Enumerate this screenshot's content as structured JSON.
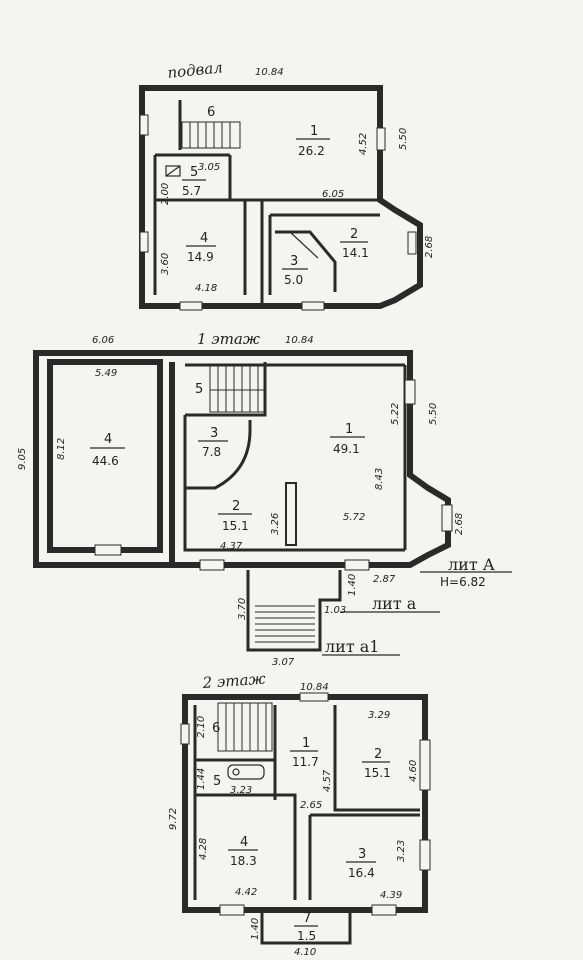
{
  "floors": {
    "basement": {
      "title": "подвал",
      "rooms": [
        {
          "num": "1",
          "area": "26.2"
        },
        {
          "num": "2",
          "area": "14.1"
        },
        {
          "num": "3",
          "area": "5.0"
        },
        {
          "num": "4",
          "area": "14.9"
        },
        {
          "num": "5",
          "area": "5.7"
        },
        {
          "num": "6",
          "area": ""
        }
      ],
      "dims": [
        "10.84",
        "4.52",
        "5.50",
        "3.05",
        "2.00",
        "6.05",
        "2.68",
        "3.60",
        "4.18"
      ]
    },
    "first": {
      "title": "1 этаж",
      "rooms": [
        {
          "num": "1",
          "area": "49.1"
        },
        {
          "num": "2",
          "area": "15.1"
        },
        {
          "num": "3",
          "area": "7.8"
        },
        {
          "num": "4",
          "area": "44.6"
        },
        {
          "num": "5",
          "area": ""
        }
      ],
      "dims": [
        "6.06",
        "10.84",
        "5.49",
        "9.05",
        "8.12",
        "5.22",
        "5.50",
        "8.43",
        "3.26",
        "5.72",
        "2.68",
        "4.37",
        "1.40",
        "2.87",
        "3.70",
        "1.03",
        "3.07"
      ]
    },
    "second": {
      "title": "2 этаж",
      "rooms": [
        {
          "num": "1",
          "area": "11.7"
        },
        {
          "num": "2",
          "area": "15.1"
        },
        {
          "num": "3",
          "area": "16.4"
        },
        {
          "num": "4",
          "area": "18.3"
        },
        {
          "num": "5",
          "area": ""
        },
        {
          "num": "6",
          "area": ""
        },
        {
          "num": "7",
          "area": "1.5"
        }
      ],
      "dims": [
        "10.84",
        "3.29",
        "2.10",
        "4.57",
        "4.60",
        "1.44",
        "3.23",
        "2.65",
        "9.72",
        "4.28",
        "3.23",
        "4.42",
        "4.39",
        "1.40",
        "4.10"
      ]
    }
  },
  "labels": {
    "lit_a_main": "лит А",
    "height": "Н=6.82",
    "lit_a_small": "лит а",
    "lit_a1": "лит а1"
  }
}
